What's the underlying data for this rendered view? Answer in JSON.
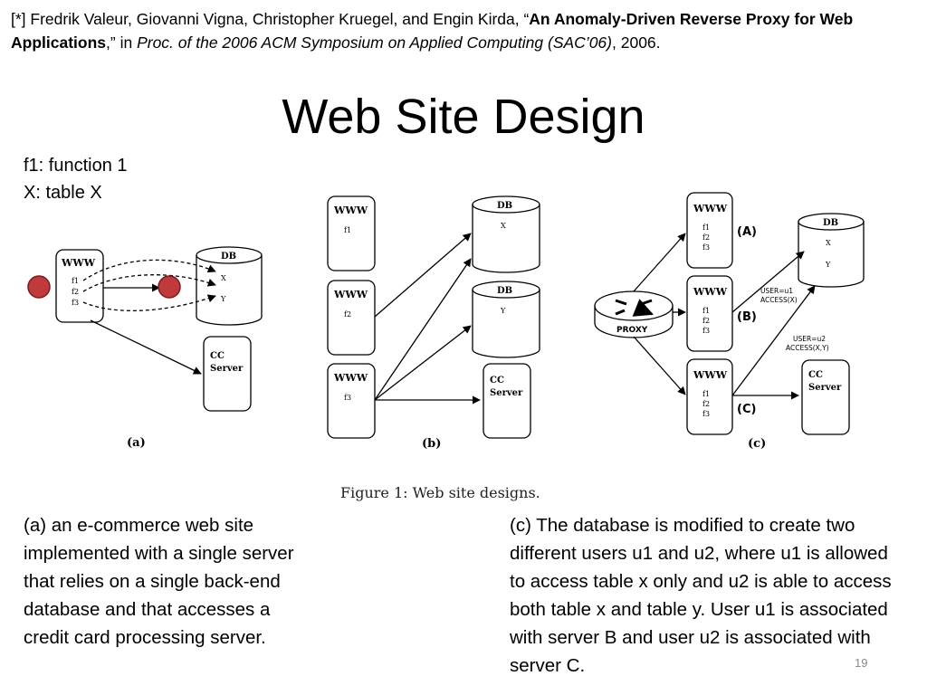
{
  "citation": {
    "prefix": "[*] Fredrik Valeur, Giovanni Vigna, Christopher Kruegel, and Engin Kirda, “",
    "paper_title": "An Anomaly-Driven Reverse Proxy for Web Applications",
    "mid": ",” in ",
    "venue": "Proc. of the 2006 ACM Symposium on Applied Computing (SAC’06)",
    "suffix": ", 2006."
  },
  "title": "Web Site Design",
  "legend": {
    "line1": "f1: function 1",
    "line2": "X: table X"
  },
  "figure": {
    "caption": "Figure 1:  Web site designs.",
    "www": "WWW",
    "db": "DB",
    "cc1": "CC",
    "cc2": "Server",
    "proxy": "PROXY",
    "f1": "f1",
    "f2": "f2",
    "f3": "f3",
    "x": "X",
    "y": "Y",
    "panel_a": "(a)",
    "panel_b": "(b)",
    "panel_c": "(c)",
    "label_A": "(A)",
    "label_B": "(B)",
    "label_C": "(C)",
    "u1_line1": "USER=u1",
    "u1_line2": "ACCESS(X)",
    "u2_line1": "USER=u2",
    "u2_line2": "ACCESS(X,Y)",
    "colors": {
      "dot": "#c0393b",
      "dot_stroke": "#7a1c1c",
      "line": "#000000"
    }
  },
  "note_a": "(a) an e-commerce web site implemented with a single server that relies on a single back-end database and that accesses a credit card processing server.",
  "note_c": "(c) The database is modified to create two different users u1 and u2, where u1 is allowed to access table x only and u2 is able to access both table x and table y. User u1 is associated with server B and user u2 is associated with server C.",
  "page_number": "19"
}
